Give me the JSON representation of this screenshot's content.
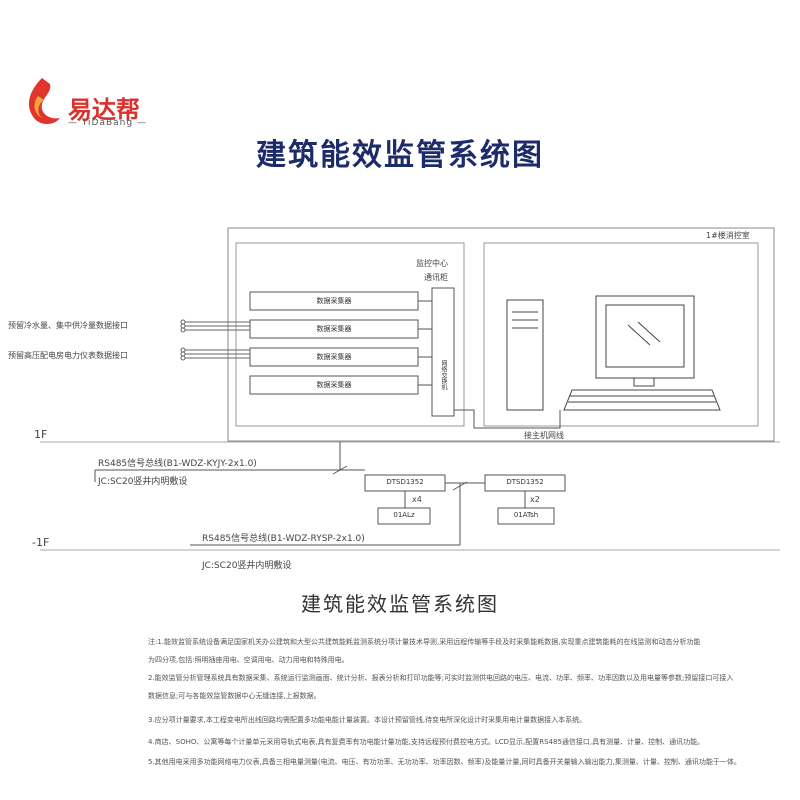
{
  "brand": {
    "name": "易达帮",
    "sub": "— YiDaBang —"
  },
  "title": "建筑能效监管系统图",
  "diagram": {
    "room_label": "1#楼消控室",
    "monitor_center": "监控中心",
    "cabinet": "通讯柜",
    "collector_label": "数据采集器",
    "network_label": "网络交换机",
    "lan_label": "接主机网线",
    "left_label_1": "预留冷水量、集中供冷量数据接口",
    "left_label_2": "预留高压配电房电力仪表数据接口",
    "floor_1": "1F",
    "floor_b1": "-1F",
    "bus_1": "RS485信号总线(B1-WDZ-KYJY-2x1.0)",
    "conduit_1": "JC:SC20竖井内明敷设",
    "bus_2": "RS485信号总线(B1-WDZ-RYSP-2x1.0)",
    "conduit_2": "JC:SC20竖井内明敷设",
    "meter_1": "DTSD1352",
    "meter_1_qty": "x4",
    "meter_1_panel": "01ALz",
    "meter_2": "DTSD1352",
    "meter_2_qty": "x2",
    "meter_2_panel": "01ATsh"
  },
  "diagram_title": "建筑能效监管系统图",
  "notes": [
    "注:1.能效监管系统设备满足国家机关办公建筑和大型公共建筑能耗监测系统分项计量技术导则,采用远程传输等手段及时采集能耗数据,实现重点建筑能耗的在线监测和动态分析功能",
    "为四分项,包括:照明插座用电、空调用电、动力用电和特殊用电。",
    "2.能效监管分析管理系统具有数据采集、系统运行监测画面、统计分析、报表分析和打印功能等;可实时监测供电回路的电压、电流、功率、频率、功率因数以及用电量等参数;预留接口可接入",
    "数据信息;可与各能效监管数据中心无缝连接,上报数据。",
    "3.应分项计量要求,本工程变电所出线回路均需配置多功能电能计量装置。本设计预留管线,待变电所深化设计时采集用电计量数据接入本系统。",
    "4.商店、SOHO、公寓等每个计量单元采用导轨式电表,具有复费率有功电能计量功能,支持远程预付费控电方式。LCD显示,配置RS485通信接口,具有测量、计量、控制、通讯功能。",
    "5.其他用电采用多功能网络电力仪表,具备三相电量测量(电流、电压、有功功率、无功功率、功率因数、频率)及能量计量,同时具备开关量输入输出能力,集测量、计量、控制、通讯功能于一体。"
  ]
}
